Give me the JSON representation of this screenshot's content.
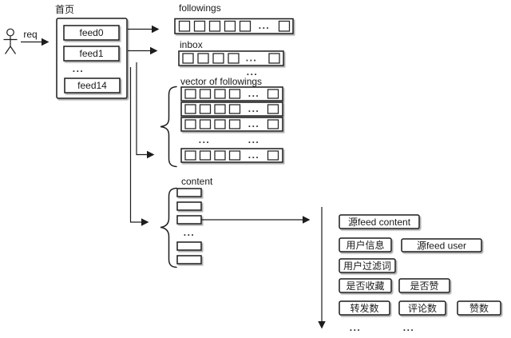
{
  "colors": {
    "ink": "#1d1d1d",
    "background": "#ffffff",
    "shadow": "#9a9a9a"
  },
  "actor": {
    "request_label": "req"
  },
  "homepage": {
    "title": "首页",
    "feeds": [
      "feed0",
      "feed1",
      "...",
      "feed14"
    ]
  },
  "arrays": {
    "followings": {
      "label": "followings",
      "cells_before_ellipsis": 5,
      "ellipsis": "...",
      "cells_after_ellipsis": 1
    },
    "inbox": {
      "label": "inbox",
      "cells_before_ellipsis": 4,
      "ellipsis": "...",
      "cells_after_ellipsis": 1
    },
    "between_ellipsis": "...",
    "vector_of_followings": {
      "label": "vector of followings",
      "rows_shown": 4,
      "cells_before_ellipsis": 4,
      "ellipsis": "...",
      "cells_after_ellipsis": 1,
      "row_gap_ellipsis_left": "...",
      "row_gap_ellipsis_right": "..."
    },
    "content": {
      "label": "content",
      "items_shown": 5,
      "ellipsis": "..."
    }
  },
  "detail": {
    "source_feed_content": "源feed content",
    "user_info": "用户信息",
    "source_feed_user": "源feed user",
    "user_filter_words": "用户过滤词",
    "is_favorited": "是否收藏",
    "is_liked": "是否赞",
    "repost_count": "转发数",
    "comment_count": "评论数",
    "like_count": "赞数",
    "ellipsis_left": "...",
    "ellipsis_right": "..."
  }
}
